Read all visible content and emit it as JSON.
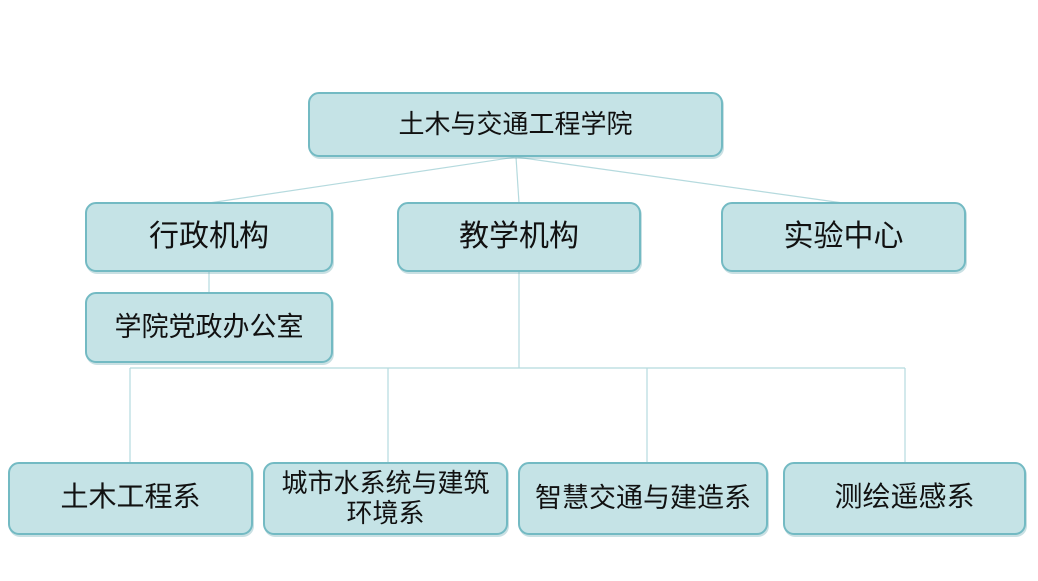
{
  "diagram": {
    "type": "org-chart",
    "root": {
      "label": "土木与交通工程学院"
    },
    "branches": [
      {
        "label": "行政机构"
      },
      {
        "label": "教学机构"
      },
      {
        "label": "实验中心"
      }
    ],
    "admin_children": [
      {
        "label": "学院党政办公室"
      }
    ],
    "teaching_children": [
      {
        "label": "土木工程系"
      },
      {
        "label": "城市水系统与建筑环境系"
      },
      {
        "label": "智慧交通与建造系"
      },
      {
        "label": "测绘遥感系"
      }
    ],
    "colors": {
      "box_fill": "#c5e3e6",
      "box_border": "#73bac3",
      "connector": "#b5dade",
      "text": "#111111",
      "background": "#ffffff"
    }
  }
}
